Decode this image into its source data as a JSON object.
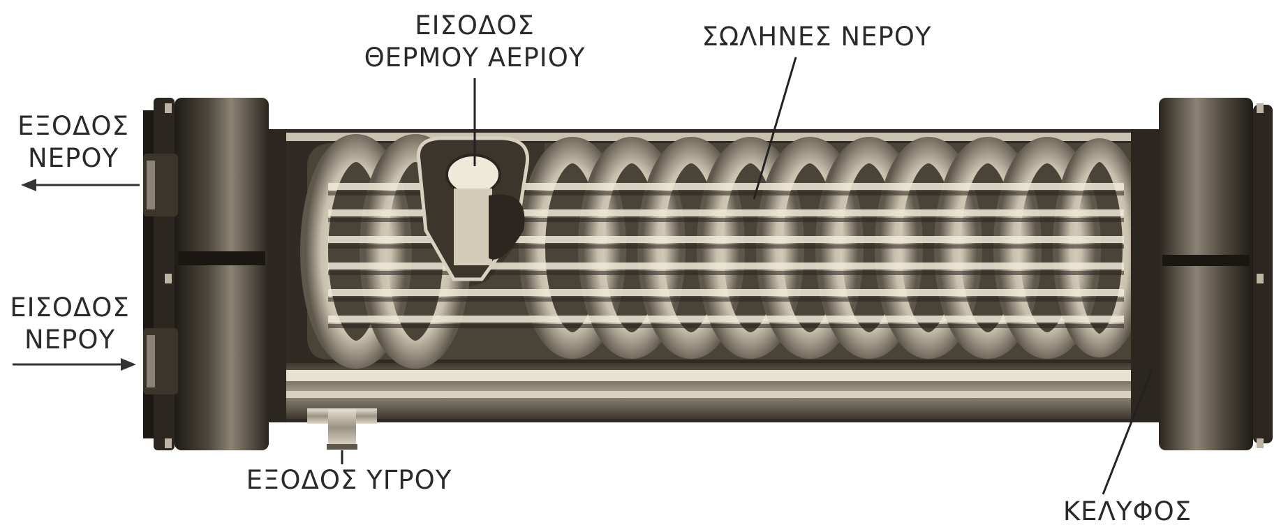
{
  "labels": {
    "hot_gas_inlet_line1": "ΕΙΣΟΔΟΣ",
    "hot_gas_inlet_line2": "ΘΕΡΜΟΥ ΑΕΡΙΟΥ",
    "water_tubes": "ΣΩΛΗΝΕΣ ΝΕΡΟΥ",
    "water_outlet_line1": "ΕΞΟΔΟΣ",
    "water_outlet_line2": "ΝΕΡΟΥ",
    "water_inlet_line1": "ΕΙΣΟΔΟΣ",
    "water_inlet_line2": "ΝΕΡΟΥ",
    "liquid_outlet": "ΕΞΟΔΟΣ ΥΓΡΟΥ",
    "shell": "ΚΕΛΥΦΟΣ"
  },
  "colors": {
    "metal_dark": "#2b2620",
    "metal_mid": "#6e665a",
    "metal_light": "#ece6d6",
    "label_text": "#2a2a2a"
  }
}
